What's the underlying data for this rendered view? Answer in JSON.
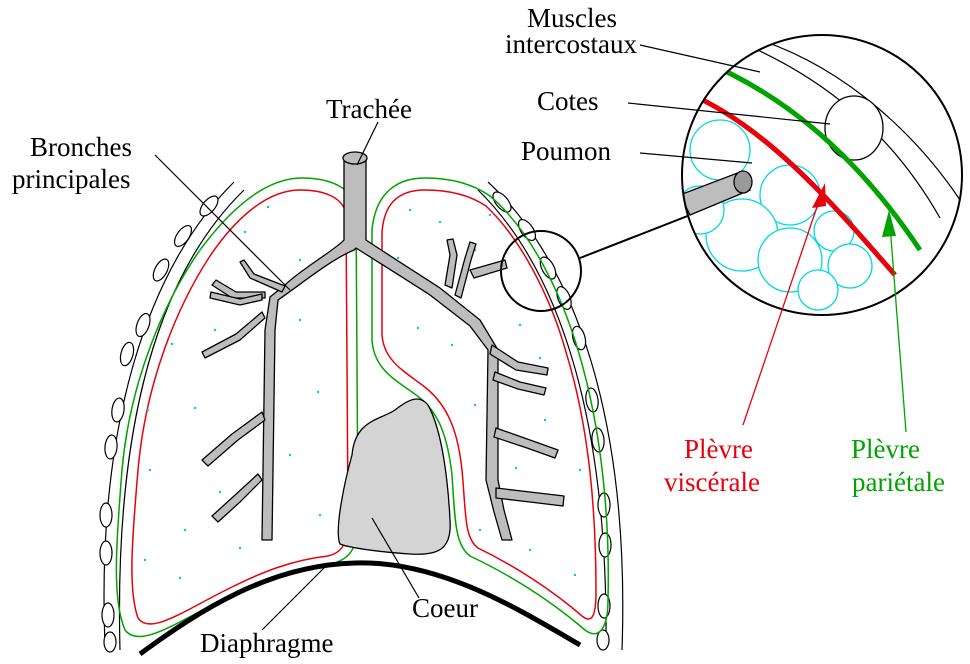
{
  "labels": {
    "trachea": "Trachée",
    "main_bronchi_line1": "Bronches",
    "main_bronchi_line2": "principales",
    "intercostal_muscles_line1": "Muscles",
    "intercostal_muscles_line2": "intercostaux",
    "ribs": "Cotes",
    "lung": "Poumon",
    "visceral_pleura_line1": "Plèvre",
    "visceral_pleura_line2": "viscérale",
    "parietal_pleura_line1": "Plèvre",
    "parietal_pleura_line2": "pariétale",
    "heart": "Coeur",
    "diaphragm": "Diaphragme"
  },
  "colors": {
    "visceral_pleura": "#e8000b",
    "parietal_pleura": "#00a300",
    "alveoli": "#00d8e0",
    "bronchi_fill": "#bdbdbd",
    "heart_fill": "#d4d4d4"
  }
}
